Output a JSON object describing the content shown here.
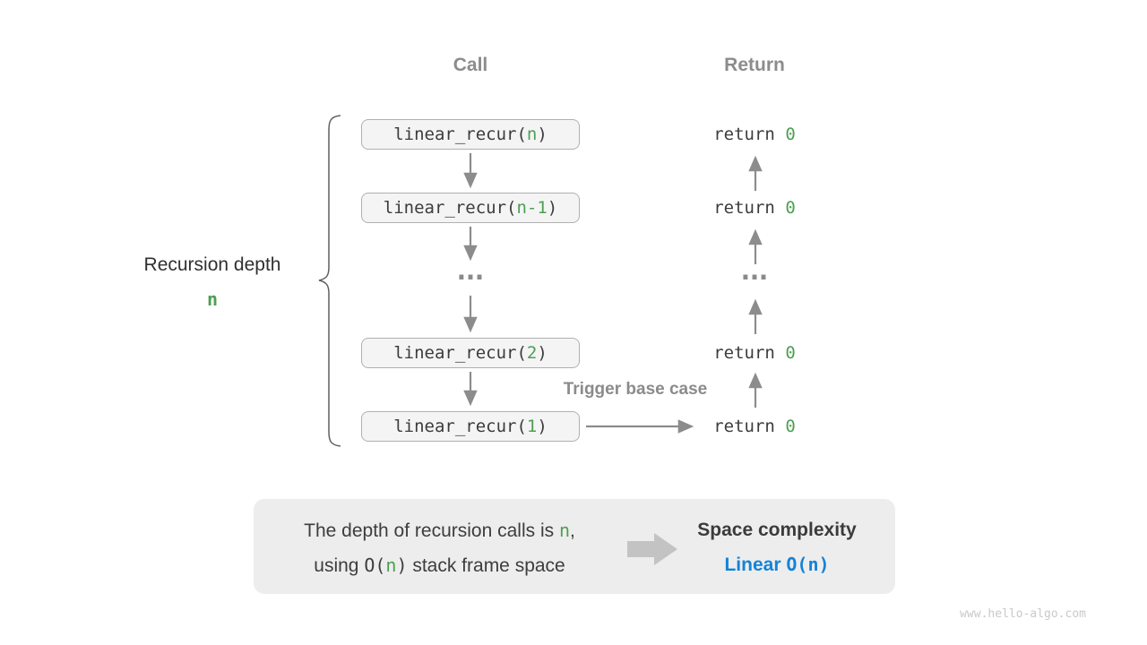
{
  "colors": {
    "accent_green": "#4d9f53",
    "accent_blue": "#1583d6",
    "arrow_gray": "#8c8c8c",
    "box_fill": "#f4f4f4",
    "summary_fill": "#ededed"
  },
  "watermark": "www.hello-algo.com",
  "diagram": {
    "headers": {
      "call": "Call",
      "return": "Return"
    },
    "depth_label": {
      "title": "Recursion depth",
      "value": "n"
    },
    "ellipsis": "...",
    "calls": [
      {
        "pre": "linear_recur(",
        "arg": "n",
        "post": ")"
      },
      {
        "pre": "linear_recur(",
        "arg": "n-1",
        "post": ")"
      },
      {
        "pre": "linear_recur(",
        "arg": "2",
        "post": ")"
      },
      {
        "pre": "linear_recur(",
        "arg": "1",
        "post": ")"
      }
    ],
    "returns": [
      {
        "keyword": "return ",
        "value": "0"
      },
      {
        "keyword": "return ",
        "value": "0"
      },
      {
        "keyword": "return ",
        "value": "0"
      },
      {
        "keyword": "return ",
        "value": "0"
      }
    ],
    "trigger_label": "Trigger base case"
  },
  "summary": {
    "line1": {
      "pre": "The depth of recursion calls is ",
      "code": "n",
      "post": ","
    },
    "line2": {
      "pre": "using ",
      "code_open": "O(",
      "code_arg": "n",
      "code_close": ")",
      "post": " stack frame space"
    },
    "result_title": "Space complexity",
    "result_label": "Linear",
    "result_code_open": "O(",
    "result_code_arg": "n",
    "result_code_close": ")"
  }
}
